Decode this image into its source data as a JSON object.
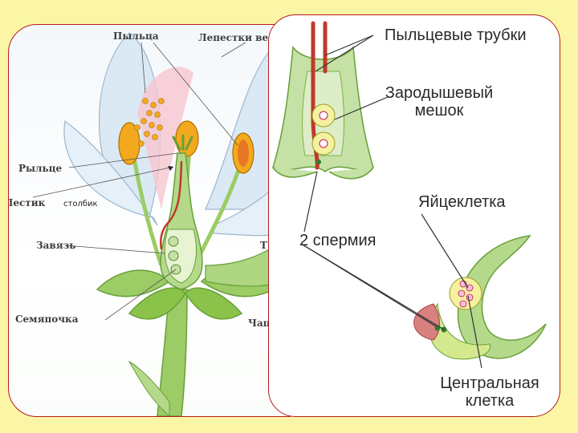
{
  "flower_labels": {
    "pollen": "Пыльца",
    "petals": "Лепестки ве",
    "stigma": "Рыльце",
    "pistil": "Пестик",
    "style_annotation": "столбик",
    "ovary": "Завязь",
    "ovule": "Семяпочка",
    "sepals": "Чаш",
    "stamen_partial": "Т"
  },
  "fertilization_labels": {
    "pollen_tubes": "Пыльцевые трубки",
    "embryo_sac_line1": "Зародышевый",
    "embryo_sac_line2": "мешок",
    "egg_cell": "Яйцеклетка",
    "two_sperm": "2 спермия",
    "central_cell_line1": "Центральная",
    "central_cell_line2": "клетка"
  },
  "colors": {
    "background": "#fbf6a6",
    "border": "#b71c1c",
    "plant_green": "#9ccc65",
    "plant_dark_green": "#689f38",
    "petal_blue": "#dbe9f5",
    "petal_pink": "#f7c6d0",
    "anther_orange": "#f2a91e",
    "pollen_tube_red": "#c0392b",
    "egg_yellow": "#f4f1a0"
  }
}
